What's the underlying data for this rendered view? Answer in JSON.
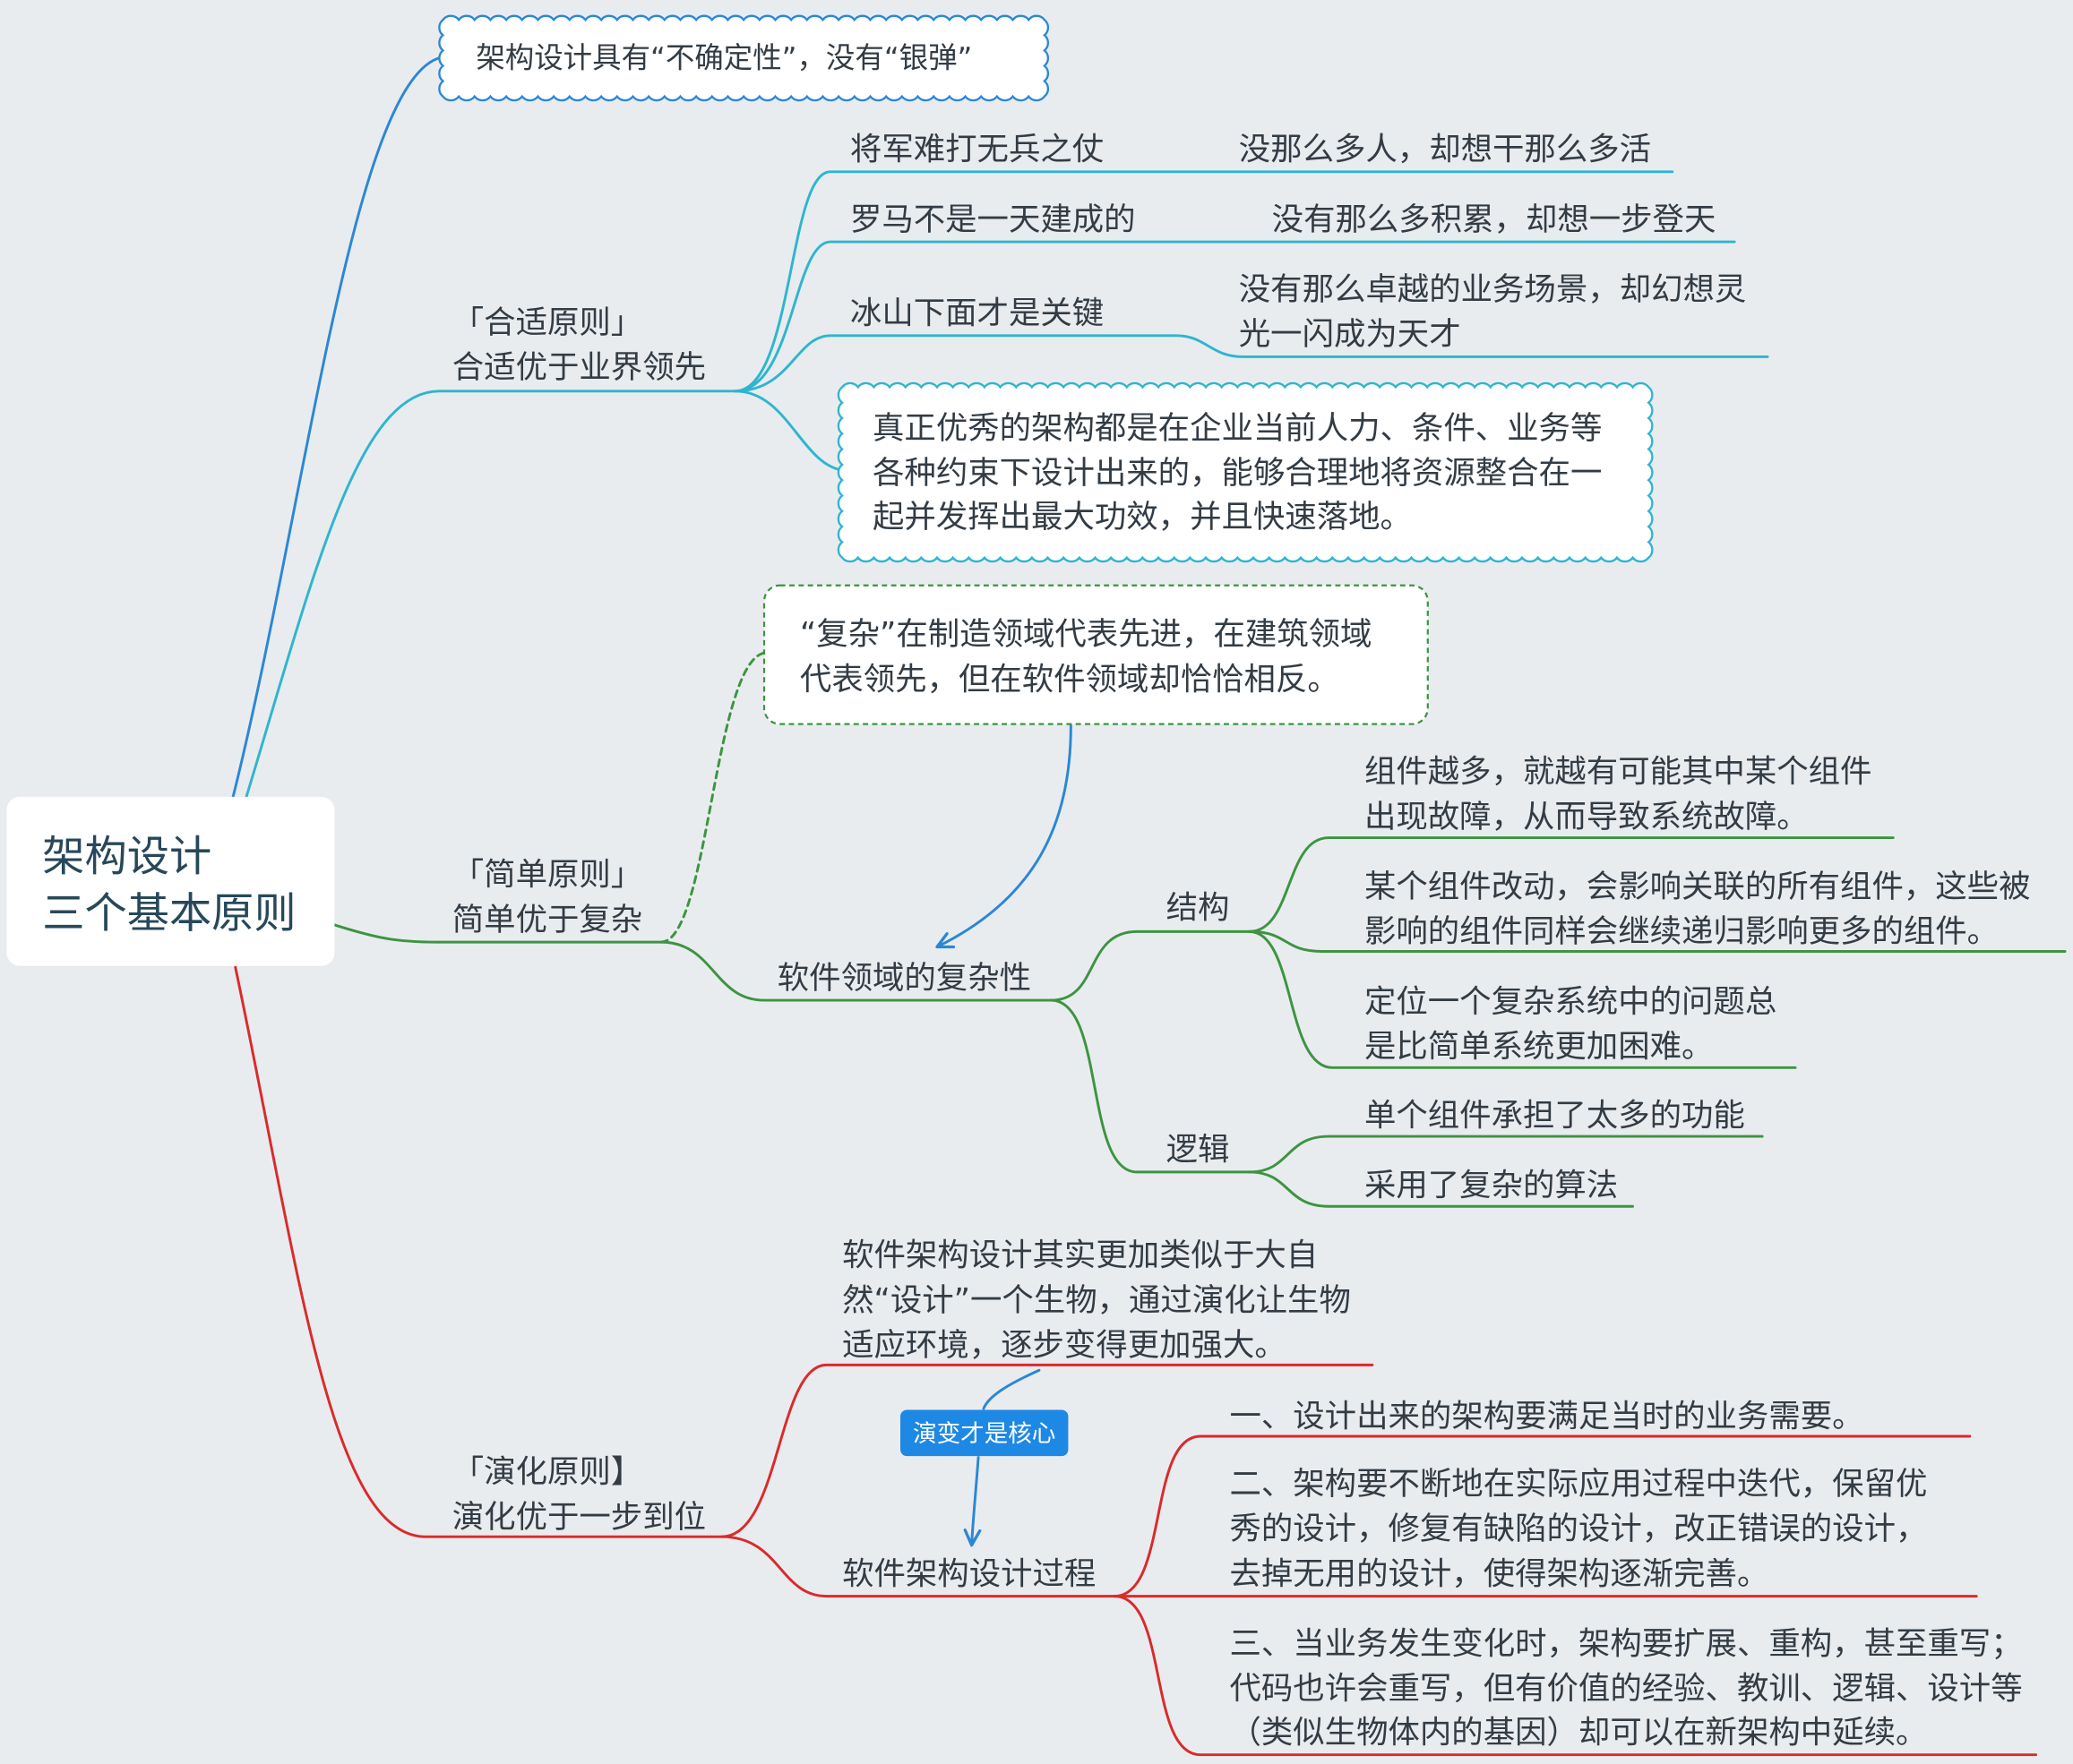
{
  "central": {
    "lines": [
      "架构设计",
      "三个基本原则"
    ]
  },
  "uncertainty_note": "架构设计具有“不确定性”，没有“银弹”",
  "suitable": {
    "title": [
      "「合适原则」",
      "合适优于业界领先"
    ],
    "items": [
      {
        "label": "将军难打无兵之仗",
        "note": [
          "没那么多人，却想干那么多活"
        ]
      },
      {
        "label": "罗马不是一天建成的",
        "note": [
          "没有那么多积累，却想一步登天"
        ]
      },
      {
        "label": "冰山下面才是关键",
        "note": [
          "没有那么卓越的业务场景，却幻想灵",
          "光一闪成为天才"
        ]
      }
    ],
    "callout": [
      "真正优秀的架构都是在企业当前人力、条件、业务等",
      "各种约束下设计出来的，能够合理地将资源整合在一",
      "起并发挥出最大功效，并且快速落地。"
    ]
  },
  "simple": {
    "title": [
      "「简单原则」",
      "简单优于复杂"
    ],
    "callout": [
      "“复杂”在制造领域代表先进，在建筑领域",
      "代表领先，但在软件领域却恰恰相反。"
    ],
    "complexity": {
      "label": "软件领域的复杂性",
      "structure": {
        "label": "结构",
        "items": [
          [
            "组件越多，就越有可能其中某个组件",
            "出现故障，从而导致系统故障。"
          ],
          [
            "某个组件改动，会影响关联的所有组件，这些被",
            "影响的组件同样会继续递归影响更多的组件。"
          ],
          [
            "定位一个复杂系统中的问题总",
            "是比简单系统更加困难。"
          ]
        ]
      },
      "logic": {
        "label": "逻辑",
        "items": [
          [
            "单个组件承担了太多的功能"
          ],
          [
            "采用了复杂的算法"
          ]
        ]
      }
    }
  },
  "evolution": {
    "title": [
      "「演化原则】",
      "演化优于一步到位"
    ],
    "analogy": [
      "软件架构设计其实更加类似于大自",
      "然“设计”一个生物，通过演化让生物",
      "适应环境，逐步变得更加强大。"
    ],
    "relation_label": "演变才是核心",
    "process": {
      "label": "软件架构设计过程",
      "steps": [
        [
          "一、设计出来的架构要满足当时的业务需要。"
        ],
        [
          "二、架构要不断地在实际应用过程中迭代，保留优",
          "秀的设计，修复有缺陷的设计，改正错误的设计，",
          "去掉无用的设计，使得架构逐渐完善。"
        ],
        [
          "三、当业务发生变化时，架构要扩展、重构，甚至重写；",
          "代码也许会重写，但有价值的经验、教训、逻辑、设计等",
          "（类似生物体内的基因）却可以在新架构中延续。"
        ]
      ]
    }
  },
  "colors": {
    "background": "#e9ecef",
    "text": "#333c44",
    "central_text": "#27485a",
    "uncertainty_branch": "#2b87d6",
    "suitable_branch": "#2fb5cf",
    "simple_branch": "#3d9441",
    "evolution_branch": "#d92b2b",
    "relation_arrow": "#2b87d6",
    "relation_label_fill": "#1e88e5",
    "relation_label_text": "#ffffff"
  }
}
